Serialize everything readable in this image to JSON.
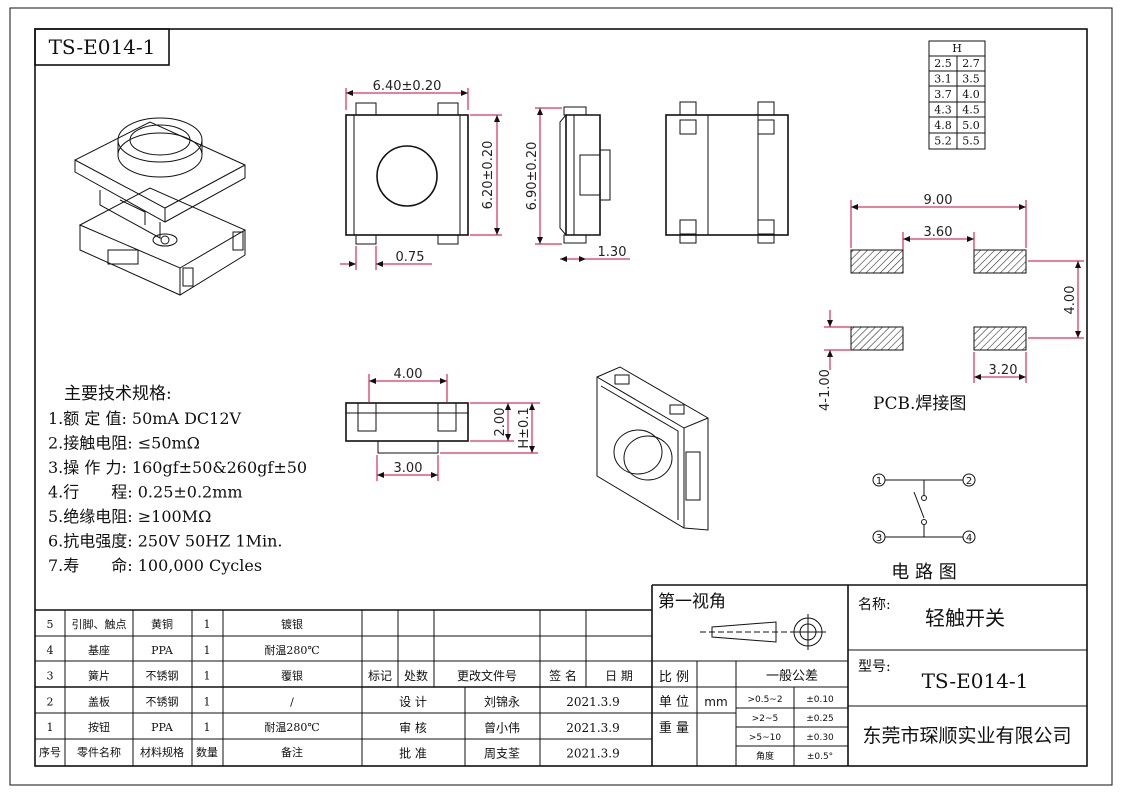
{
  "title_tag": "TS-E014-1",
  "h_table": {
    "header": "H",
    "rows": [
      [
        "2.5",
        "2.7"
      ],
      [
        "3.1",
        "3.5"
      ],
      [
        "3.7",
        "4.0"
      ],
      [
        "4.3",
        "4.5"
      ],
      [
        "4.8",
        "5.0"
      ],
      [
        "5.2",
        "5.5"
      ]
    ]
  },
  "dims": {
    "top_width": "6.40±0.20",
    "top_height": "6.20±0.20",
    "side_height": "6.90±0.20",
    "pin_width": "0.75",
    "side_width": "1.30",
    "bottom_span": "4.00",
    "bottom_pin": "3.00",
    "bottom_h": "2.00",
    "bottom_H": "H±0.1",
    "pcb_total": "9.00",
    "pcb_gap": "3.60",
    "pcb_pitch": "4.00",
    "pcb_pad_w": "3.20",
    "pcb_pad_h": "1.00"
  },
  "pad_count": "4-",
  "pcb_caption": "PCB.焊接图",
  "circuit_caption": "电 路 图",
  "circuit_nodes": [
    "1",
    "2",
    "3",
    "4"
  ],
  "specs": {
    "heading": "主要技术规格:",
    "items": [
      "1.额 定 值: 50mA DC12V",
      "2.接触电阻: ≤50mΩ",
      "3.操 作 力: 160gf±50&260gf±50",
      "4.行　　程: 0.25±0.2mm",
      "5.绝缘电阻: ≥100MΩ",
      "6.抗电强度: 250V 50HZ 1Min.",
      "7.寿　　命: 100,000 Cycles"
    ]
  },
  "bom": {
    "headers": [
      "序号",
      "零件名称",
      "材料规格",
      "数量",
      "备注"
    ],
    "rows": [
      [
        "5",
        "引脚、触点",
        "黄铜",
        "1",
        "镀银"
      ],
      [
        "4",
        "基座",
        "PPA",
        "1",
        "耐温280℃"
      ],
      [
        "3",
        "簧片",
        "不锈钢",
        "1",
        "覆银"
      ],
      [
        "2",
        "盖板",
        "不锈钢",
        "1",
        "/"
      ],
      [
        "1",
        "按钮",
        "PPA",
        "1",
        "耐温280℃"
      ]
    ]
  },
  "revision": {
    "headers": [
      "标记",
      "处数",
      "更改文件号",
      "签 名",
      "日 期"
    ],
    "sign": [
      {
        "role": "设 计",
        "name": "刘锦永",
        "date": "2021.3.9"
      },
      {
        "role": "审 核",
        "name": "曾小伟",
        "date": "2021.3.9"
      },
      {
        "role": "批 准",
        "name": "周支荃",
        "date": "2021.3.9"
      }
    ]
  },
  "projection_label": "第一视角",
  "scale_label": "比 例",
  "unit_label": "单 位",
  "unit_value": "mm",
  "weight_label": "重 量",
  "tolerance": {
    "heading": "一般公差",
    "rows": [
      [
        ">0.5~2",
        "±0.10"
      ],
      [
        ">2~5",
        "±0.25"
      ],
      [
        ">5~10",
        "±0.30"
      ],
      [
        "角度",
        "±0.5°"
      ]
    ]
  },
  "name_label": "名称:",
  "name_value": "轻触开关",
  "model_label": "型号:",
  "model_value": "TS-E014-1",
  "company": "东莞市琛顺实业有限公司"
}
